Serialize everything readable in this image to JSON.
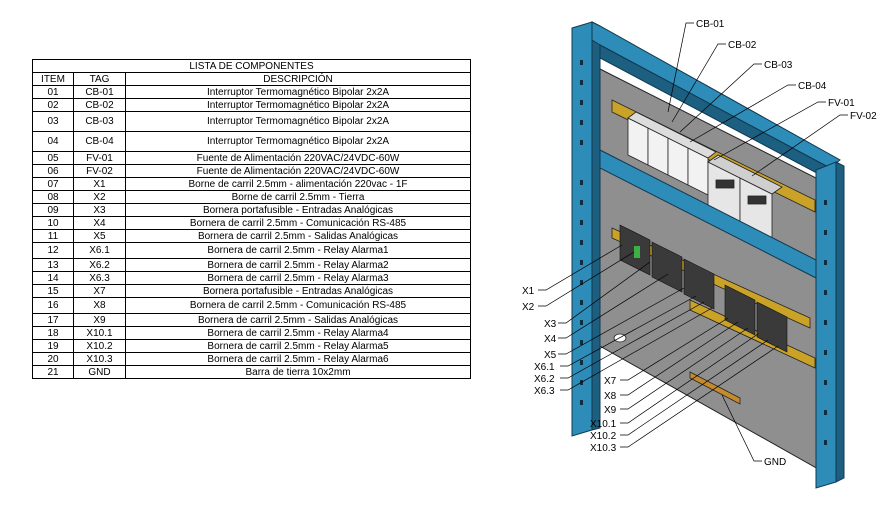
{
  "table": {
    "title": "LISTA DE COMPONENTES",
    "headers": {
      "item": "ITEM",
      "tag": "TAG",
      "description": "DESCRIPCIÓN"
    },
    "rows": [
      {
        "item": "01",
        "tag": "CB-01",
        "description": "Interruptor Termomagnético Bipolar 2x2A"
      },
      {
        "item": "02",
        "tag": "CB-02",
        "description": "Interruptor Termomagnético Bipolar 2x2A"
      },
      {
        "item": "03",
        "tag": "CB-03",
        "description": "Interruptor Termomagnético Bipolar 2x2A"
      },
      {
        "item": "04",
        "tag": "CB-04",
        "description": "Interruptor Termomagnético Bipolar 2x2A"
      },
      {
        "item": "05",
        "tag": "FV-01",
        "description": "Fuente de Alimentación 220VAC/24VDC-60W"
      },
      {
        "item": "06",
        "tag": "FV-02",
        "description": "Fuente de Alimentación 220VAC/24VDC-60W"
      },
      {
        "item": "07",
        "tag": "X1",
        "description": "Borne de carril 2.5mm - alimentación 220vac - 1F"
      },
      {
        "item": "08",
        "tag": "X2",
        "description": "Borne de carril 2.5mm - Tierra"
      },
      {
        "item": "09",
        "tag": "X3",
        "description": "Bornera portafusible - Entradas Analógicas"
      },
      {
        "item": "10",
        "tag": "X4",
        "description": "Bornera de carril 2.5mm - Comunicación RS-485"
      },
      {
        "item": "11",
        "tag": "X5",
        "description": "Bornera de carril 2.5mm - Salidas Analógicas"
      },
      {
        "item": "12",
        "tag": "X6.1",
        "description": "Bornera de carril 2.5mm - Relay Alarma1"
      },
      {
        "item": "13",
        "tag": "X6.2",
        "description": "Bornera de carril 2.5mm - Relay Alarma2"
      },
      {
        "item": "14",
        "tag": "X6.3",
        "description": "Bornera de carril 2.5mm - Relay Alarma3"
      },
      {
        "item": "15",
        "tag": "X7",
        "description": "Bornera portafusible - Entradas Analógicas"
      },
      {
        "item": "16",
        "tag": "X8",
        "description": "Bornera de carril 2.5mm - Comunicación RS-485"
      },
      {
        "item": "17",
        "tag": "X9",
        "description": "Bornera de carril 2.5mm - Salidas Analógicas"
      },
      {
        "item": "18",
        "tag": "X10.1",
        "description": "Bornera de carril 2.5mm - Relay Alarma4"
      },
      {
        "item": "19",
        "tag": "X10.2",
        "description": "Bornera de carril 2.5mm - Relay Alarma5"
      },
      {
        "item": "20",
        "tag": "X10.3",
        "description": "Bornera de carril 2.5mm - Relay Alarma6"
      },
      {
        "item": "21",
        "tag": "GND",
        "description": "Barra de tierra 10x2mm"
      }
    ]
  },
  "diagram": {
    "colors": {
      "frame": "#2e8cb8",
      "frame_dark": "#1d5f80",
      "panel": "#8a8a8a",
      "rail": "#c9a227",
      "breaker": "#f2f2f2",
      "terminal": "#3a3a3a",
      "ground_bar": "#c58a2a",
      "accent_green": "#3cb043"
    },
    "callouts_top": [
      "CB-01",
      "CB-02",
      "CB-03",
      "CB-04",
      "FV-01",
      "FV-02"
    ],
    "callouts_left": [
      "X1",
      "X2",
      "X3",
      "X4",
      "X5",
      "X6.1",
      "X6.2",
      "X6.3"
    ],
    "callouts_bottom": [
      "X7",
      "X8",
      "X9",
      "X10.1",
      "X10.2",
      "X10.3"
    ],
    "callout_gnd": "GND"
  }
}
